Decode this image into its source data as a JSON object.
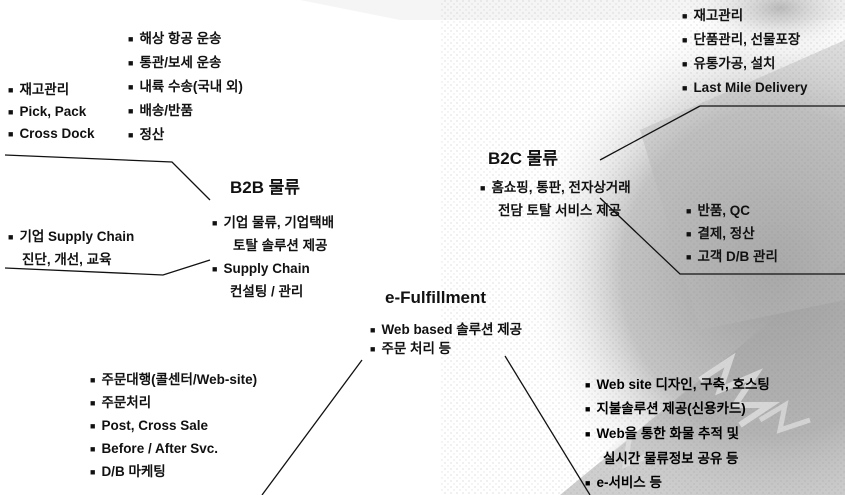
{
  "b2b": {
    "title": "B2B 물류",
    "top_list": [
      "해상 항공 운송",
      "통관/보세 운송",
      "내륙 수송(국내 외)",
      "배송/반품",
      "정산"
    ],
    "left_list": [
      "재고관리",
      "Pick, Pack",
      "Cross Dock"
    ],
    "supply": [
      "기업 Supply Chain",
      "진단, 개선, 교육"
    ],
    "desc": [
      [
        "기업 물류, 기업택배",
        "토탈 솔루션 제공"
      ],
      [
        "Supply Chain",
        "컨설팅 / 관리"
      ]
    ]
  },
  "b2c": {
    "title": "B2C 물류",
    "top_list": [
      "재고관리",
      "단품관리, 선물포장",
      "유통가공, 설치",
      "Last Mile Delivery"
    ],
    "desc": [
      "홈쇼핑, 통판, 전자상거래",
      "전담 토탈 서비스 제공"
    ],
    "right_list": [
      "반품, QC",
      "결제, 정산",
      "고객 D/B 관리"
    ]
  },
  "efulfillment": {
    "title": "e-Fulfillment",
    "desc": [
      "Web based 솔루션 제공",
      "주문 처리 등"
    ],
    "left_list": [
      "주문대행(콜센터/Web-site)",
      "주문처리",
      "Post, Cross Sale",
      "Before / After Svc.",
      "D/B 마케팅"
    ],
    "right_list": [
      "Web site 디자인, 구축, 호스팅",
      "지불솔루션 제공(신용카드)",
      "Web을 통한 화물 추적 및",
      "실시간 물류정보 공유 등",
      "e-서비스 등"
    ]
  },
  "bullet": "■",
  "colors": {
    "background_texture": "#b5b5b5",
    "text": "#111111"
  }
}
